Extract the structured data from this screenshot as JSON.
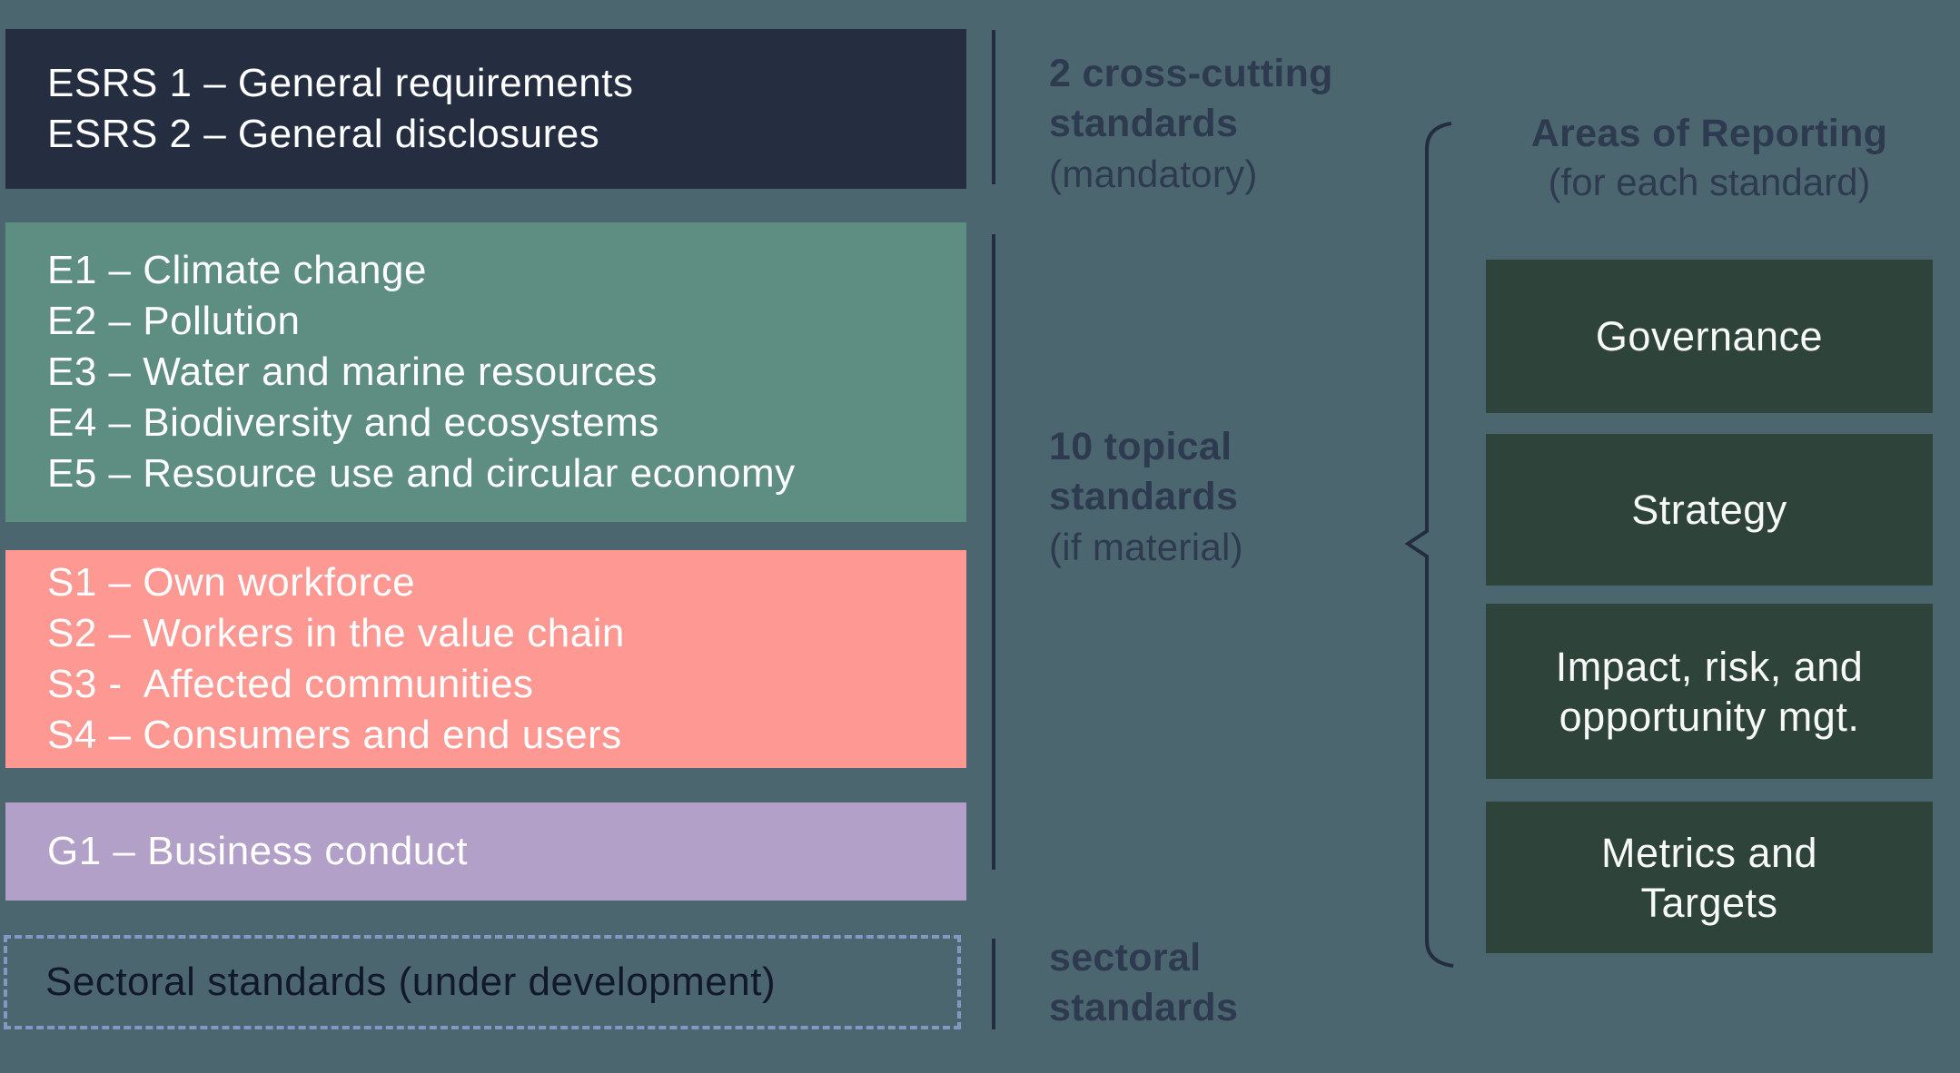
{
  "palette": {
    "background": "#4c6670",
    "cross_cutting_box": "#252e41",
    "environmental_box": "#5e8d81",
    "social_box": "#fd9893",
    "governance_box": "#b2a0c9",
    "area_box": "#2e4339",
    "label_text": "#2d3a50",
    "line_and_brace": "#232d3f",
    "dashed_border": "#8299c4",
    "box_text": "#ffffff",
    "sectoral_text": "#11182a"
  },
  "left_column": {
    "cross_cutting": {
      "items": [
        "ESRS 1 – General requirements",
        "ESRS 2 – General disclosures"
      ]
    },
    "environmental": {
      "items": [
        "E1 – Climate change",
        "E2 – Pollution",
        "E3 – Water and marine resources",
        "E4 – Biodiversity and ecosystems",
        "E5 – Resource use and circular economy"
      ]
    },
    "social": {
      "items": [
        "S1 – Own workforce",
        "S2 – Workers in the value chain",
        "S3 -  Affected communities",
        "S4 – Consumers and end users"
      ]
    },
    "governance": {
      "items": [
        "G1 – Business conduct"
      ]
    },
    "sectoral": {
      "label": "Sectoral standards (under development)"
    }
  },
  "middle_labels": {
    "cross_cutting": {
      "line1": "2 cross-cutting",
      "line2": "standards",
      "note": "(mandatory)"
    },
    "topical": {
      "line1": "10 topical",
      "line2": "standards",
      "note": "(if material)"
    },
    "sectoral": {
      "line1": "sectoral",
      "line2": "standards"
    }
  },
  "right_column": {
    "title": "Areas of Reporting",
    "subtitle": "(for each standard)",
    "areas": [
      "Governance",
      "Strategy",
      "Impact, risk, and opportunity mgt.",
      "Metrics and Targets"
    ]
  }
}
